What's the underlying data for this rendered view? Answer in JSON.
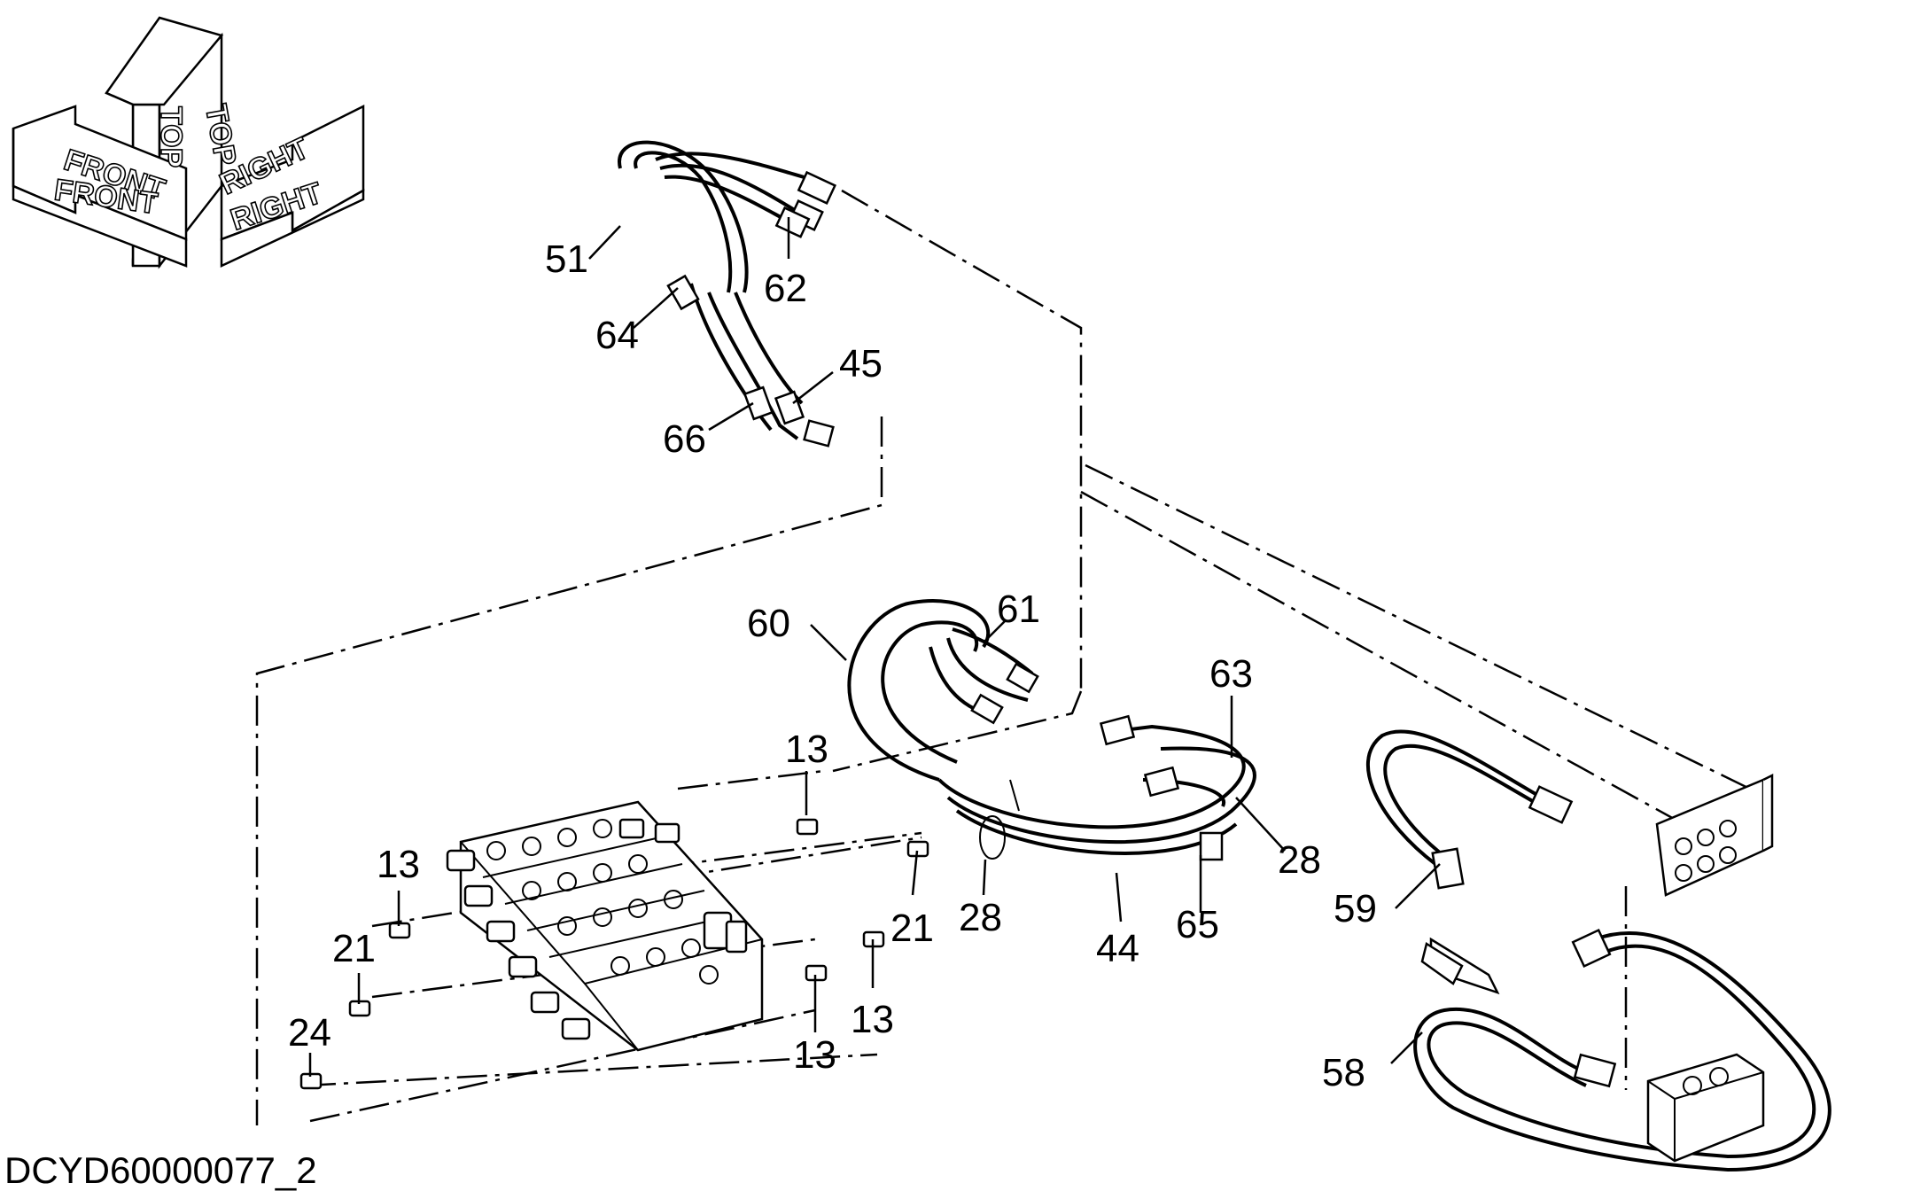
{
  "drawing_id": "DCYD60000077_2",
  "orientation": {
    "front": "FRONT",
    "top": "TOP",
    "right": "RIGHT"
  },
  "callouts": {
    "c51": "51",
    "c62": "62",
    "c64": "64",
    "c45": "45",
    "c66": "66",
    "c60": "60",
    "c61": "61",
    "c63": "63",
    "c13a": "13",
    "c13b": "13",
    "c13c": "13",
    "c13d": "13",
    "c21a": "21",
    "c21b": "21",
    "c24": "24",
    "c28a": "28",
    "c28b": "28",
    "c44": "44",
    "c65": "65",
    "c59": "59",
    "c58": "58"
  }
}
